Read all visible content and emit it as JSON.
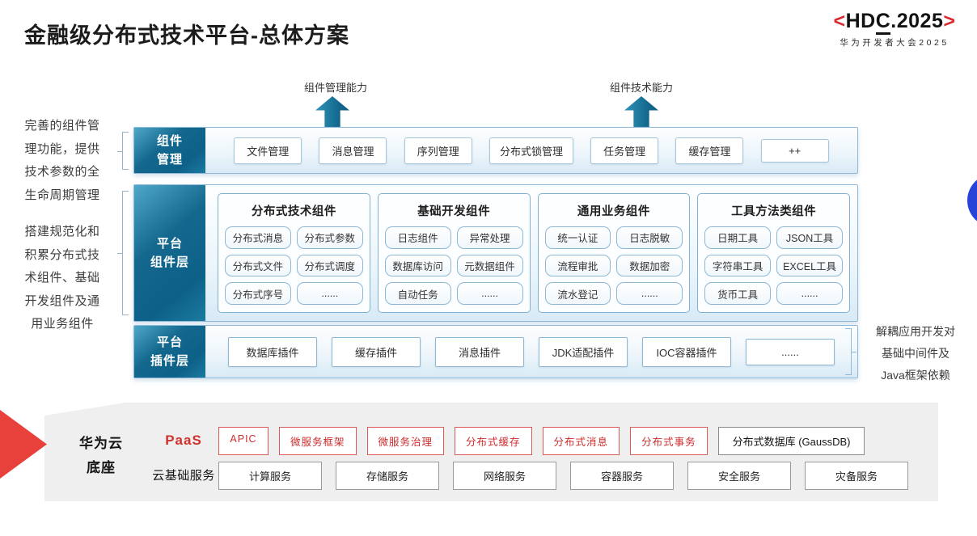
{
  "title": "金融级分布式技术平台-总体方案",
  "logo": {
    "bracket_left": "<",
    "hdc_pre": "HD",
    "hdc_c": "C",
    "hdc_post": ".2025",
    "bracket_right": ">",
    "subtitle": "华为开发者大会2025"
  },
  "capability_arrows": [
    {
      "label": "组件管理能力"
    },
    {
      "label": "组件技术能力"
    }
  ],
  "left_notes": [
    {
      "text": "完善的组件管\n理功能，提供\n技术参数的全\n生命周期管理"
    },
    {
      "text": "搭建规范化和\n积累分布式技\n术组件、基础\n开发组件及通\n用业务组件"
    }
  ],
  "right_note": "解耦应用开发对\n基础中间件及\nJava框架依赖",
  "rows": {
    "component_mgmt": {
      "label": "组件\n管理",
      "items": [
        "文件管理",
        "消息管理",
        "序列管理",
        "分布式锁管理",
        "任务管理",
        "缓存管理",
        "++"
      ]
    },
    "platform_components": {
      "label": "平台\n组件层",
      "groups": [
        {
          "title": "分布式技术组件",
          "items": [
            "分布式消息",
            "分布式参数",
            "分布式文件",
            "分布式调度",
            "分布式序号",
            "......"
          ]
        },
        {
          "title": "基础开发组件",
          "items": [
            "日志组件",
            "异常处理",
            "数据库访问",
            "元数据组件",
            "自动任务",
            "......"
          ]
        },
        {
          "title": "通用业务组件",
          "items": [
            "统一认证",
            "日志脱敏",
            "流程审批",
            "数据加密",
            "流水登记",
            "......"
          ]
        },
        {
          "title": "工具方法类组件",
          "items": [
            "日期工具",
            "JSON工具",
            "字符串工具",
            "EXCEL工具",
            "货币工具",
            "......"
          ]
        }
      ]
    },
    "platform_plugins": {
      "label": "平台\n插件层",
      "items": [
        "数据库插件",
        "缓存插件",
        "消息插件",
        "JDK适配插件",
        "IOC容器插件",
        "......"
      ]
    }
  },
  "foundation": {
    "label": "华为云\n底座",
    "paas_label": "PaaS",
    "paas_items": [
      "APIC",
      "微服务框架",
      "微服务治理",
      "分布式缓存",
      "分布式消息",
      "分布式事务"
    ],
    "paas_db": "分布式数据库 (GaussDB)",
    "cloud_label": "云基础服务",
    "cloud_items": [
      "计算服务",
      "存储服务",
      "网络服务",
      "容器服务",
      "安全服务",
      "灾备服务"
    ]
  },
  "colors": {
    "teal_block": "#14688e",
    "layer_border": "#8fb9d8",
    "red_accent": "#cf312d",
    "panel_gray": "#efefef",
    "blue_dot": "#2744d9"
  }
}
